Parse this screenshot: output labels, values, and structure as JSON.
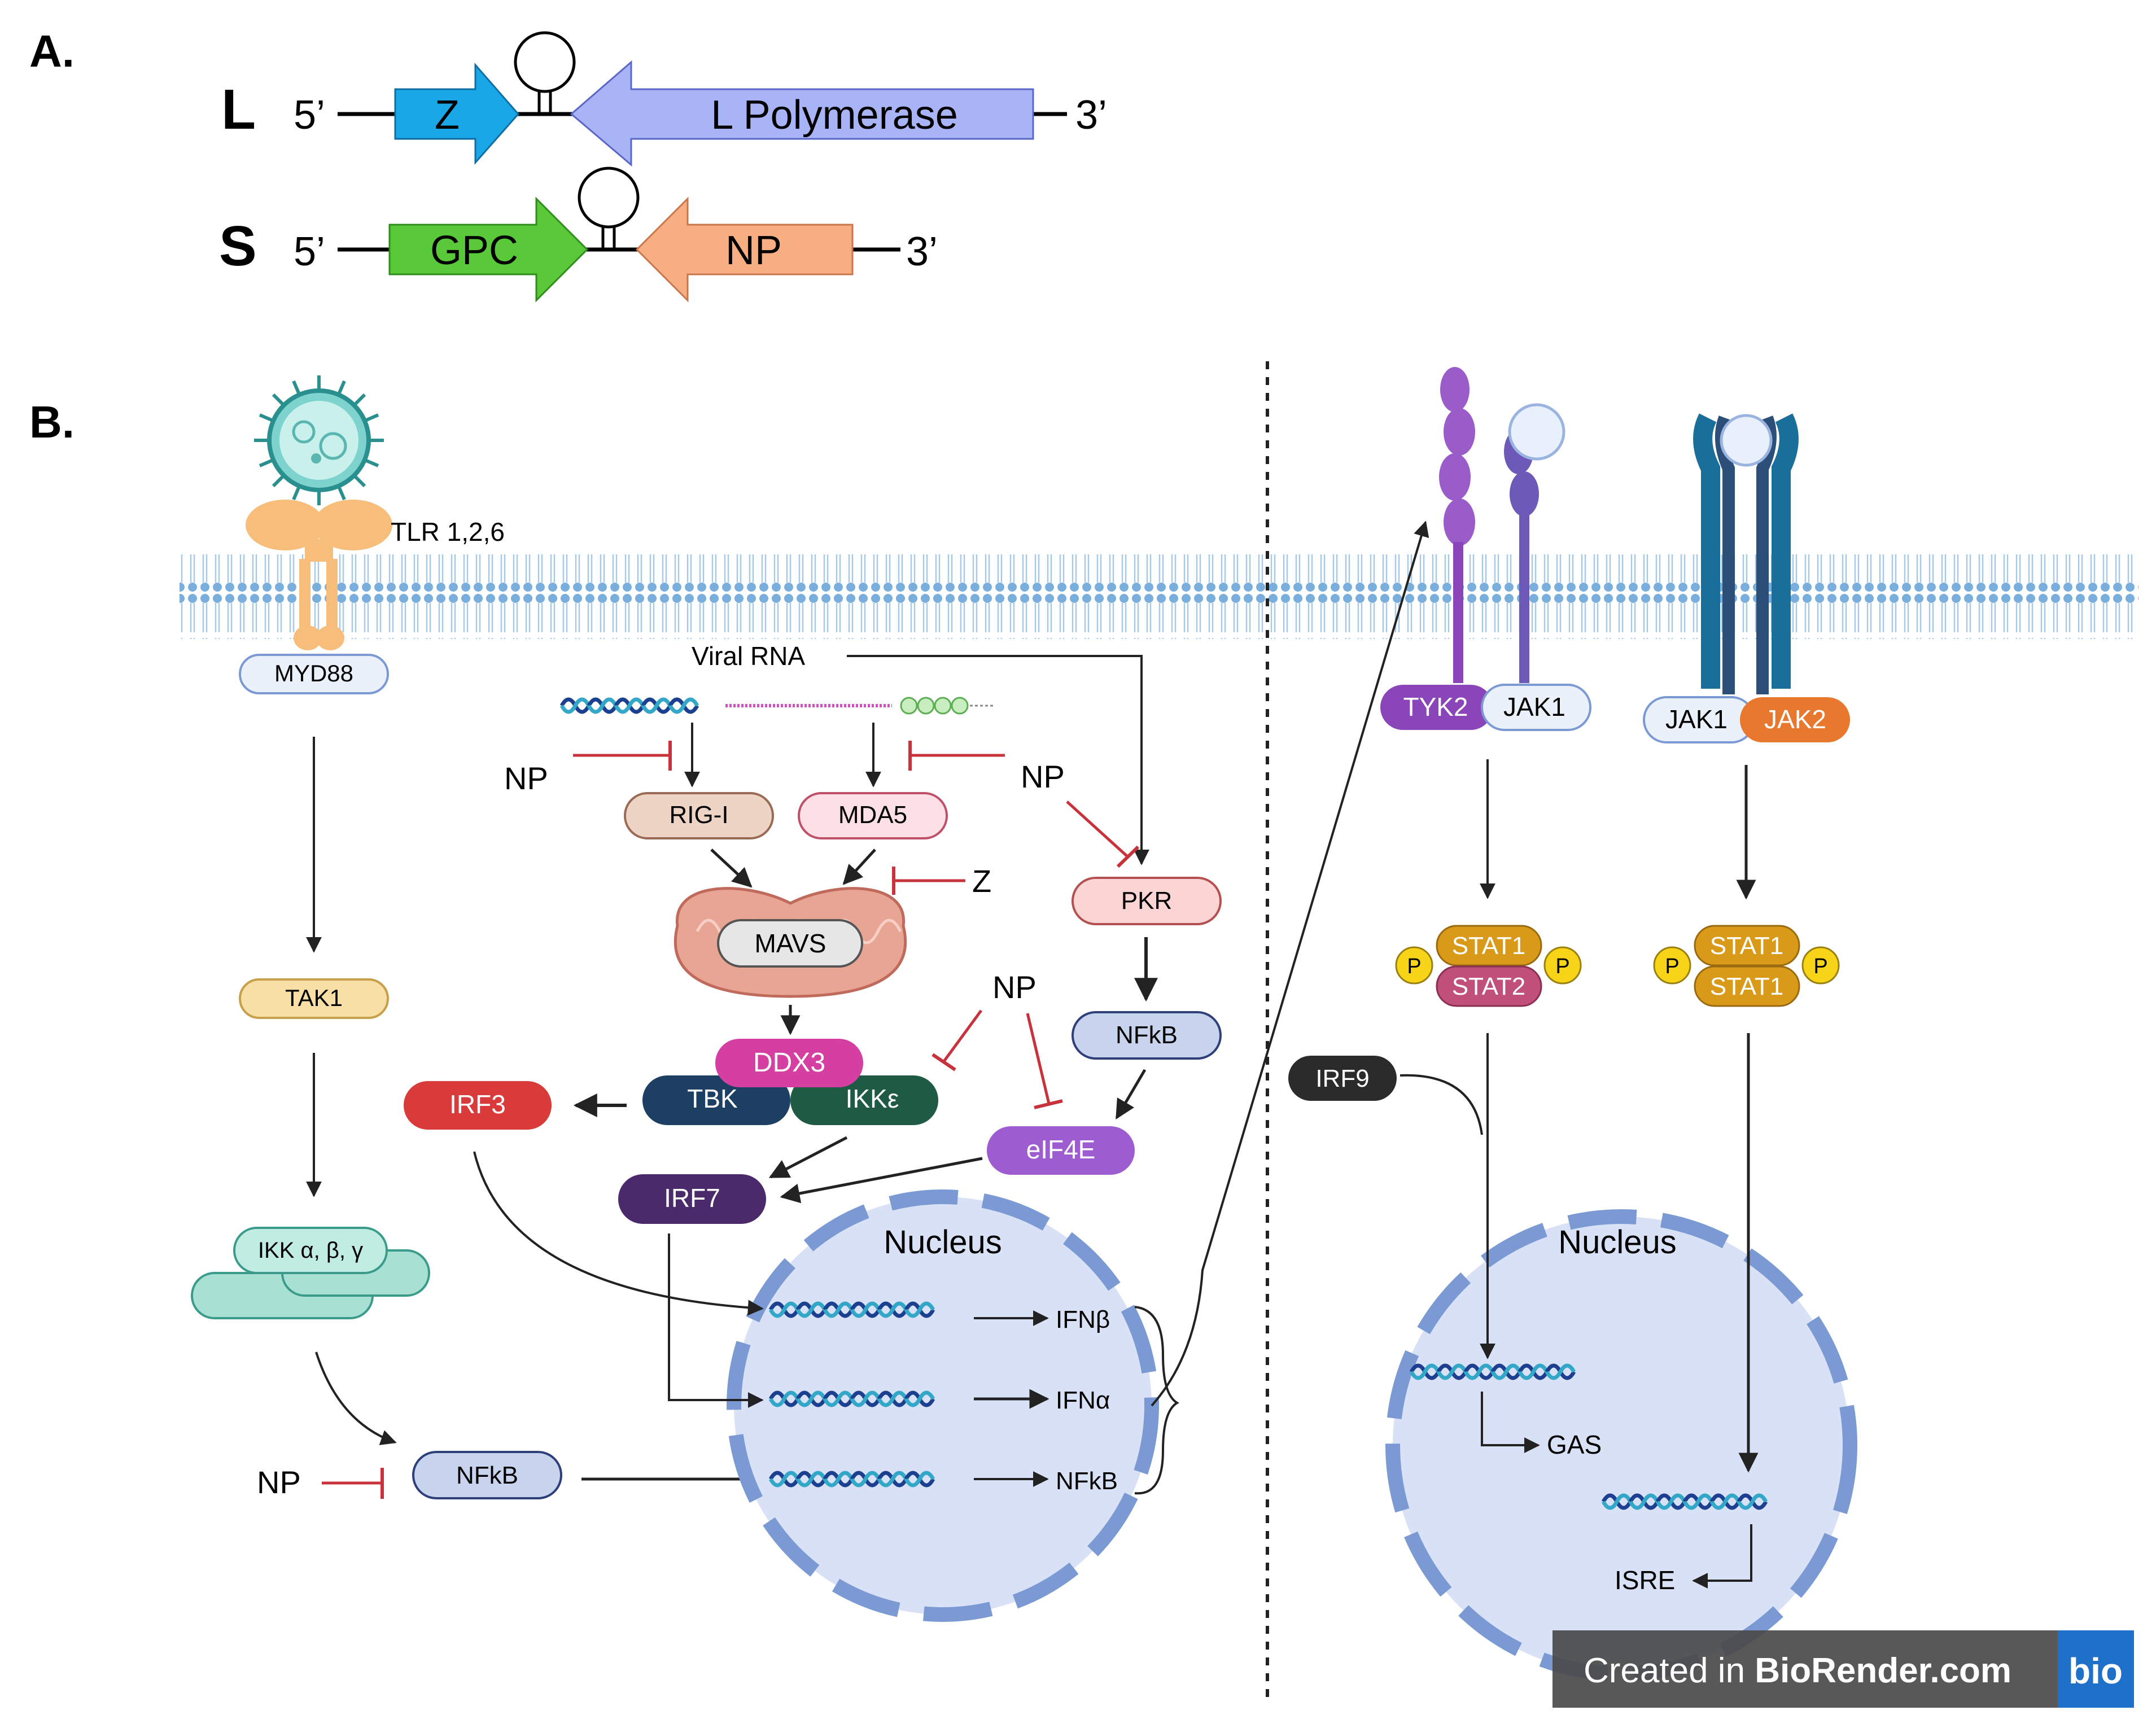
{
  "panel_a": {
    "label": "A.",
    "segment_l": {
      "label": "L",
      "five_prime": "5’",
      "three_prime": "3’",
      "gene_z": "Z",
      "gene_l": "L Polymerase"
    },
    "segment_s": {
      "label": "S",
      "five_prime": "5’",
      "three_prime": "3’",
      "gene_gpc": "GPC",
      "gene_np": "NP"
    }
  },
  "panel_b": {
    "label": "B.",
    "tlr": "TLR 1,2,6",
    "myd88": "MYD88",
    "tak1": "TAK1",
    "ikk": "IKK α, β, γ",
    "nfkb_cyto": "NFkB",
    "np_nfkb": "NP",
    "viral_rna": "Viral RNA",
    "np_rig": "NP",
    "np_mda": "NP",
    "rigi": "RIG-I",
    "mda5": "MDA5",
    "z_inhib": "Z",
    "mavs": "MAVS",
    "pkr": "PKR",
    "nfkb_pkr": "NFkB",
    "np_mid": "NP",
    "ddx3": "DDX3",
    "tbk": "TBK",
    "ikke": "IKKε",
    "irf3": "IRF3",
    "irf7": "IRF7",
    "eif4e": "eIF4E",
    "nucleus_left": "Nucleus",
    "ifnb": "IFNβ",
    "ifna": "IFNα",
    "nfkb_gene": "NFkB",
    "tyk2": "TYK2",
    "jak1_a": "JAK1",
    "jak1_b": "JAK1",
    "jak2": "JAK2",
    "stat1_a": "STAT1",
    "stat2": "STAT2",
    "stat1_b": "STAT1",
    "stat1_c": "STAT1",
    "p_mark": "P",
    "irf9": "IRF9",
    "nucleus_right": "Nucleus",
    "gas": "GAS",
    "isre": "ISRE"
  },
  "watermark": {
    "prefix": "Created in ",
    "brand": "BioRender.com",
    "logo": "bio"
  },
  "colors": {
    "z": "#1aa7e8",
    "l_polymerase": "#a9b4f7",
    "gpc": "#59c93a",
    "np": "#f7ae82",
    "membrane": "#6fa8d8",
    "nucleus_fill": "#d8e1f5",
    "nucleus_dash": "#7b9ad4",
    "inhibit": "#c8323a",
    "irf3": "#d93a3a",
    "irf7": "#4b2a6b",
    "ddx3": "#d63fa2",
    "tbk": "#1d3f63",
    "ikke": "#1f5a45",
    "eif4e": "#9d5ccf",
    "tyk2": "#8a45b8",
    "jak2": "#e8782e",
    "stat1": "#d99a1a",
    "stat2": "#c0507a",
    "irf9": "#2b2b2b"
  }
}
